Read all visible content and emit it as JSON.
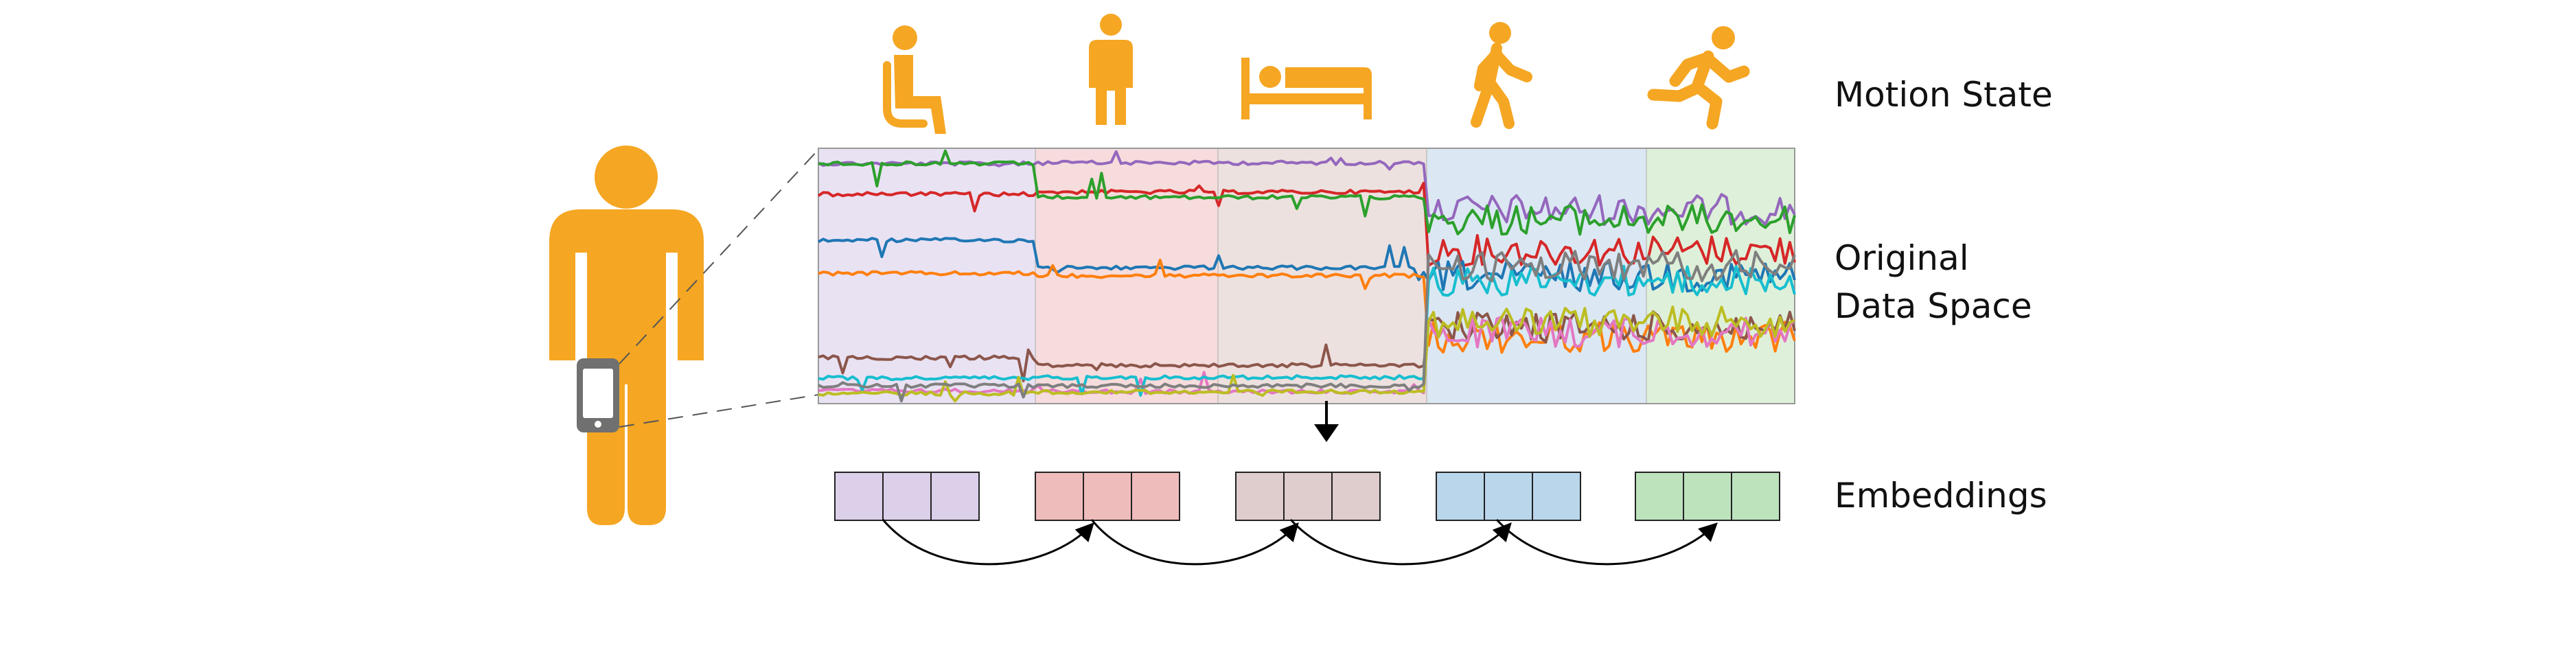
{
  "labels": {
    "motion_state": "Motion State",
    "original_line1": "Original",
    "original_line2": "Data Space",
    "embeddings": "Embeddings"
  },
  "motion_states": [
    {
      "icon": "sitting-person-icon",
      "color": "#f5a623"
    },
    {
      "icon": "standing-person-icon",
      "color": "#f5a623"
    },
    {
      "icon": "lying-in-bed-icon",
      "color": "#f5a623"
    },
    {
      "icon": "walking-person-icon",
      "color": "#f5a623"
    },
    {
      "icon": "running-person-icon",
      "color": "#f5a623"
    }
  ],
  "segments": [
    {
      "bg": "#e9e2f3",
      "cell": "#dccfe9"
    },
    {
      "bg": "#f6dcdc",
      "cell": "#efbcbc"
    },
    {
      "bg": "#ede1df",
      "cell": "#dfcccc"
    },
    {
      "bg": "#dbe8f3",
      "cell": "#b9d6eb"
    },
    {
      "bg": "#dff0da",
      "cell": "#bde3bd"
    }
  ],
  "colors": {
    "accent": "#f5a623",
    "phone": "#707070",
    "series": [
      "#9467bd",
      "#d62728",
      "#2ca02c",
      "#1f77b4",
      "#ff7f0e",
      "#8c564b",
      "#e377c2",
      "#17becf",
      "#bcbd22",
      "#7f7f7f"
    ]
  }
}
